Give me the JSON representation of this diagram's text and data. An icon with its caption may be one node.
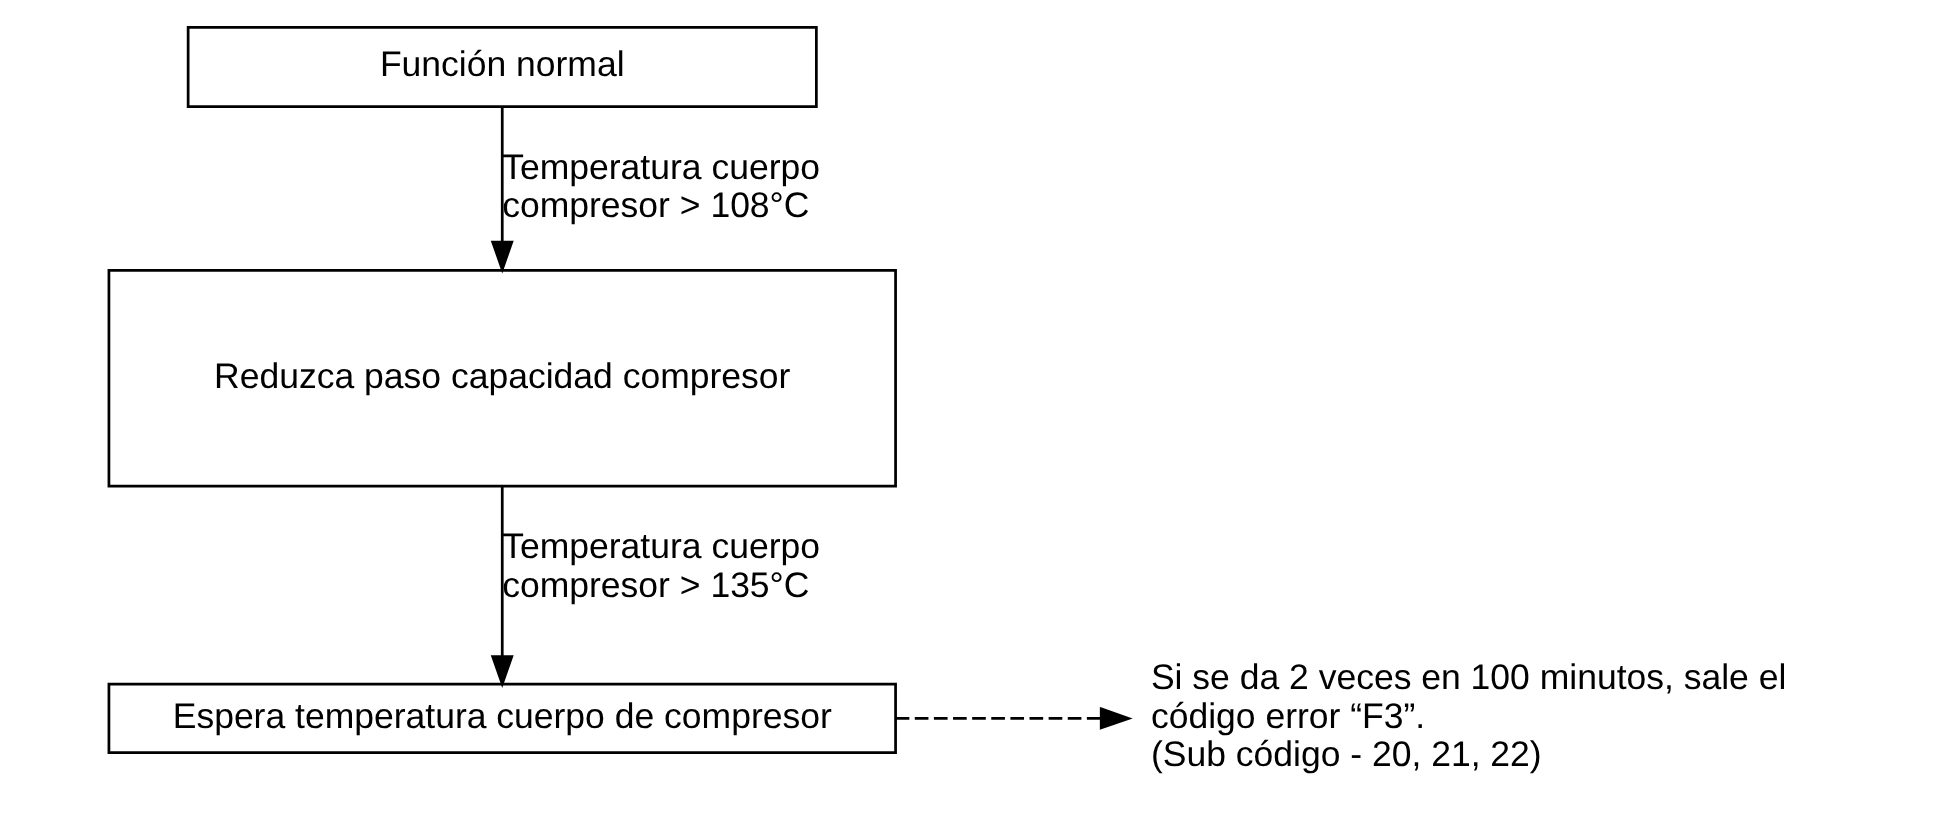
{
  "diagram": {
    "nodes": [
      {
        "text": [
          "Función normal"
        ]
      },
      {
        "text": [
          "Reduzca paso capacidad compresor"
        ]
      },
      {
        "text": [
          "Espera temperatura cuerpo de compresor"
        ]
      },
      {
        "text": [
          "Si se da 2 veces en 100 minutos, sale el código error “F3”.",
          "(Sub código - 20, 21, 22)"
        ]
      }
    ],
    "edges": [
      {
        "from": 0,
        "to": 1,
        "arrow": "to",
        "label": "Temperatura cuerpo compresor > 108°C"
      },
      {
        "from": 1,
        "to": 2,
        "arrow": "to",
        "label": "Temperatura cuerpo compresor > 135°C"
      },
      {
        "from": 2,
        "to": 3,
        "arrow": "to",
        "style": "dashed"
      }
    ]
  }
}
